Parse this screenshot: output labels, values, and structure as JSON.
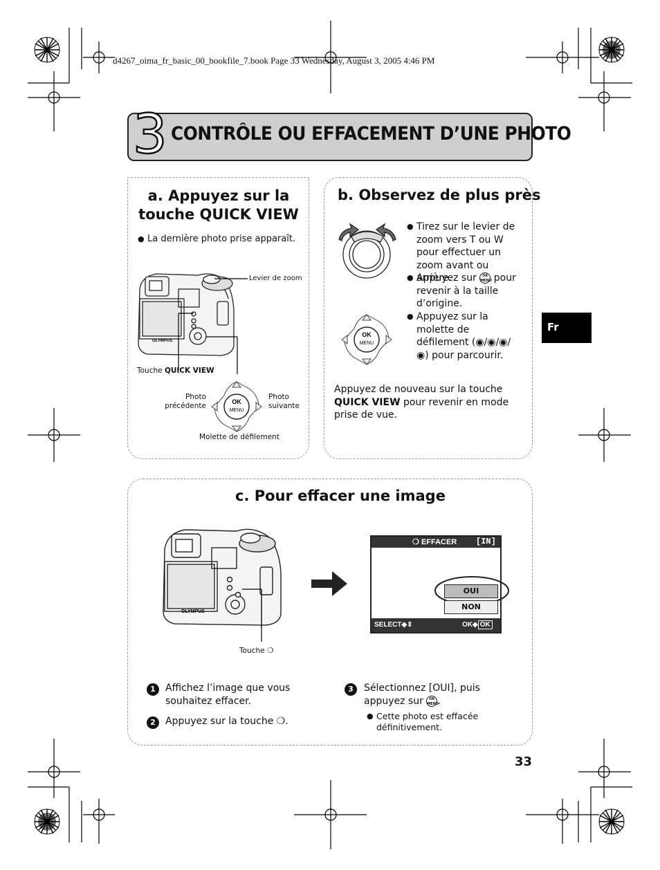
{
  "header": {
    "file_info": "d4267_oima_fr_basic_00_bookfile_7.book  Page 33  Wednesday, August 3, 2005  4:46 PM"
  },
  "chapter": {
    "number": "3",
    "title": "CONTRÔLE OU EFFACEMENT D’UNE PHOTO"
  },
  "section_a": {
    "heading": "a. Appuyez sur la touche QUICK VIEW",
    "bullet": "La dernière photo prise apparaît.",
    "labels": {
      "zoom_lever": "Levier de zoom",
      "quick_view_prefix": "Touche ",
      "quick_view_bold": "QUICK VIEW",
      "prev_photo": "Photo précédente",
      "next_photo": "Photo suivante",
      "dial": "Molette de défilement",
      "ok": "OK",
      "menu": "MENU"
    }
  },
  "section_b": {
    "heading": "b. Observez de plus près",
    "bullets": [
      "Tirez sur le levier de zoom vers T ou W pour effectuer un zoom avant ou arrière.",
      "Appuyez sur",
      "pour revenir à la taille d’origine.",
      "Appuyez sur la molette de défilement (",
      ") pour parcourir."
    ],
    "note_pre": "Appuyez de nouveau sur la touche",
    "note_bold": "QUICK VIEW",
    "note_post": "pour revenir en mode prise de vue."
  },
  "section_c": {
    "heading": "c. Pour effacer une image",
    "trash_label": "Touche",
    "screen": {
      "title": "EFFACER",
      "memory": "[IN]",
      "option_yes": "OUI",
      "option_no": "NON",
      "select": "SELECT",
      "ok_label": "OK",
      "ok_btn": "OK"
    },
    "steps": [
      {
        "num": "1",
        "text": "Affichez l’image que vous souhaitez effacer."
      },
      {
        "num": "2",
        "text": "Appuyez sur la touche"
      },
      {
        "num": "3",
        "text": "Sélectionnez [OUI], puis appuyez sur"
      }
    ],
    "step3_note": "Cette photo est effacée définitivement."
  },
  "side_tab": "Fr",
  "page_number": "33"
}
